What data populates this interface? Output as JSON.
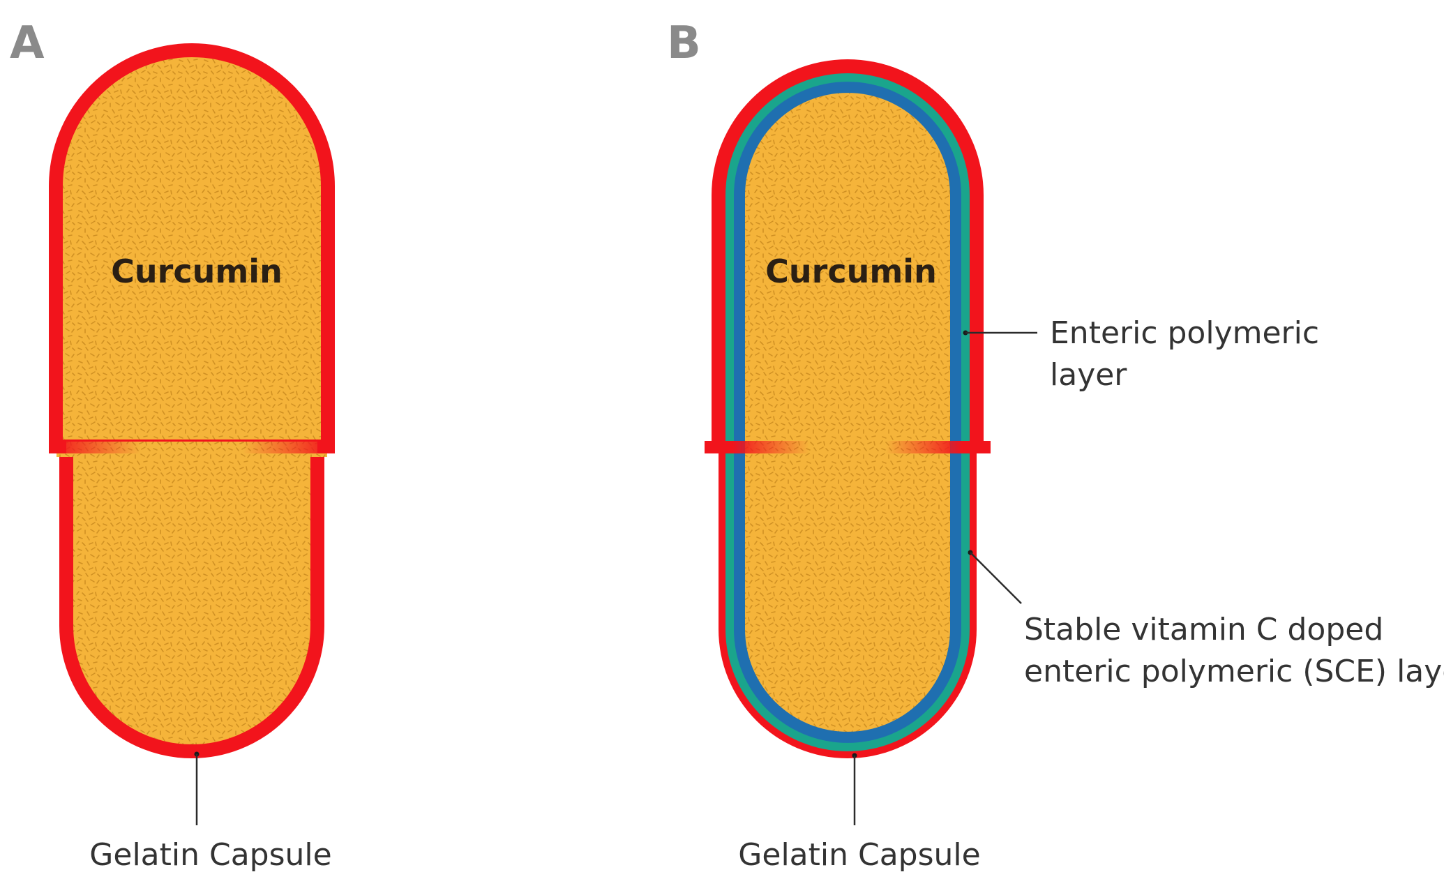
{
  "panels": {
    "a": {
      "label": "A",
      "content_label": "Curcumin",
      "shell_label": "Gelatin Capsule"
    },
    "b": {
      "label": "B",
      "content_label": "Curcumin",
      "shell_label": "Gelatin Capsule",
      "enteric_label_line1": "Enteric polymeric",
      "enteric_label_line2": "layer",
      "sce_label_line1": "Stable vitamin C doped",
      "sce_label_line2": "enteric polymeric (SCE) layer"
    }
  },
  "colors": {
    "capsule_shell": "#f2141c",
    "fill": "#f5b43a",
    "speckle": "#c98a1e",
    "enteric_layer": "#1aa58c",
    "sce_layer": "#1f6fb0"
  }
}
